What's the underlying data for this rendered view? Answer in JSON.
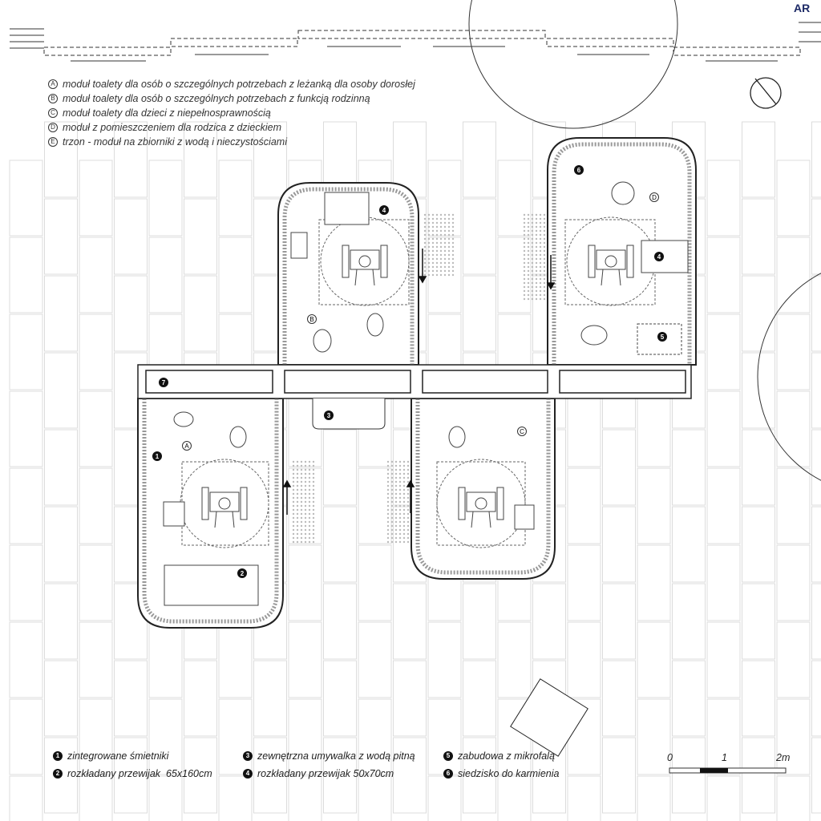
{
  "corner_text": "AR",
  "modules": [
    {
      "letter": "A",
      "label": "moduł toalety dla osób o szczególnych potrzebach z leżanką dla osoby dorosłej"
    },
    {
      "letter": "B",
      "label": "moduł toalety dla osób o szczególnych potrzebach z funkcją rodzinną"
    },
    {
      "letter": "C",
      "label": "moduł toalety dla dzieci z niepełnosprawnością"
    },
    {
      "letter": "D",
      "label": "moduł z pomieszczeniem dla rodzica z dzieckiem"
    },
    {
      "letter": "E",
      "label": "trzon - moduł na zbiorniki z wodą i nieczystościami"
    }
  ],
  "features": [
    {
      "num": "1",
      "label": "zintegrowane śmietniki"
    },
    {
      "num": "2",
      "label": "rozkładany przewijak  65x160cm"
    },
    {
      "num": "3",
      "label": "zewnętrzna umywalka z wodą pitną"
    },
    {
      "num": "4",
      "label": "rozkładany przewijak 50x70cm"
    },
    {
      "num": "5",
      "label": "zabudowa z mikrofalą"
    },
    {
      "num": "6",
      "label": "siedzisko do karmienia"
    },
    {
      "num": "7",
      "label": ""
    }
  ],
  "scale": {
    "labels": [
      "0",
      "1",
      "2m"
    ]
  },
  "colors": {
    "line": "#222222",
    "grid": "#d8d8d8",
    "accent": "#1d2a66"
  }
}
